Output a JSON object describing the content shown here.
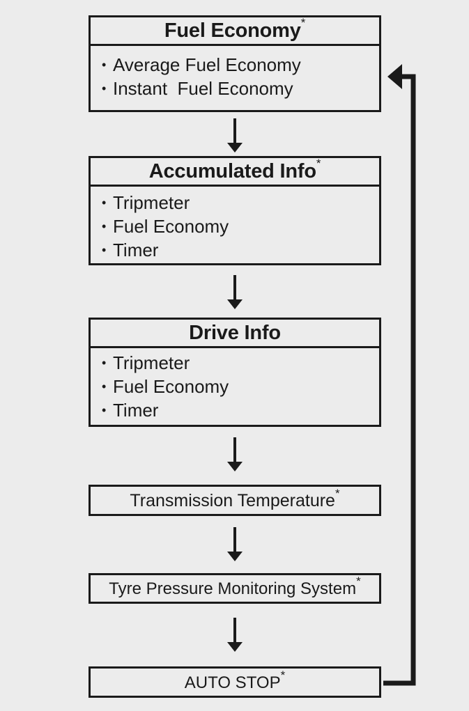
{
  "boxes": [
    {
      "title": "Fuel Economy",
      "star": "*",
      "items": [
        "Average Fuel Economy",
        "Instant  Fuel Economy"
      ]
    },
    {
      "title": "Accumulated Info",
      "star": "*",
      "items": [
        "Tripmeter",
        "Fuel Economy",
        "Timer"
      ]
    },
    {
      "title": "Drive Info",
      "star": "",
      "items": [
        "Tripmeter",
        "Fuel Economy",
        "Timer"
      ]
    }
  ],
  "simple_boxes": [
    {
      "label": "Transmission Temperature",
      "star": "*"
    },
    {
      "label": "Tyre Pressure Monitoring System",
      "star": "*"
    },
    {
      "label": "AUTO STOP",
      "star": "*"
    }
  ],
  "bullet": "•"
}
